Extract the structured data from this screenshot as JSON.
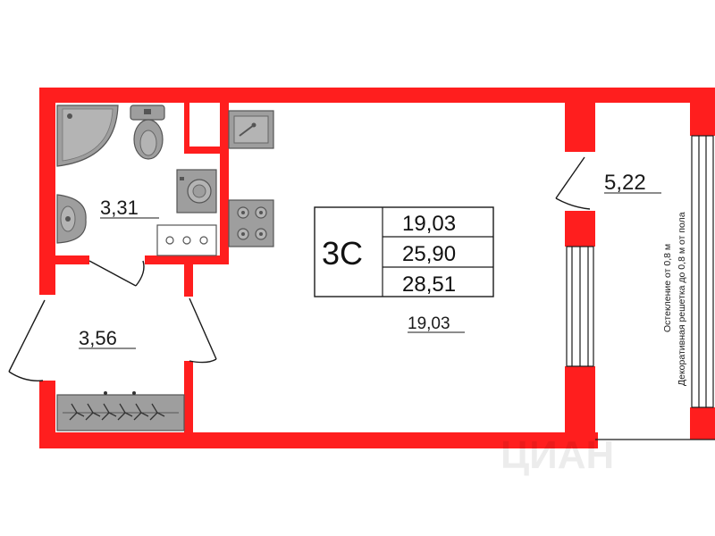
{
  "colors": {
    "wall": "#ff1e1e",
    "fixture_fill": "#9e9e9e",
    "fixture_dark": "#555555",
    "line": "#1a1a1a",
    "background": "#ffffff"
  },
  "rooms": {
    "bathroom_area": "3,31",
    "hallway_area": "3,56",
    "living_area": "19,03",
    "balcony_area": "5,22"
  },
  "apartment_badge": {
    "type": "3С",
    "living": "19,03",
    "total": "25,90",
    "total_with_balcony": "28,51"
  },
  "balcony_notes": {
    "line1": "Остекление от 0,8 м",
    "line2": "Декоративная решетка до 0,8 м от пола"
  },
  "watermark": "ЦИАН",
  "icons": [
    "shower-icon",
    "toilet-icon",
    "washbasin-icon",
    "washing-machine-icon",
    "kitchen-sink-icon",
    "cooktop-icon",
    "wardrobe-hangers-icon"
  ]
}
